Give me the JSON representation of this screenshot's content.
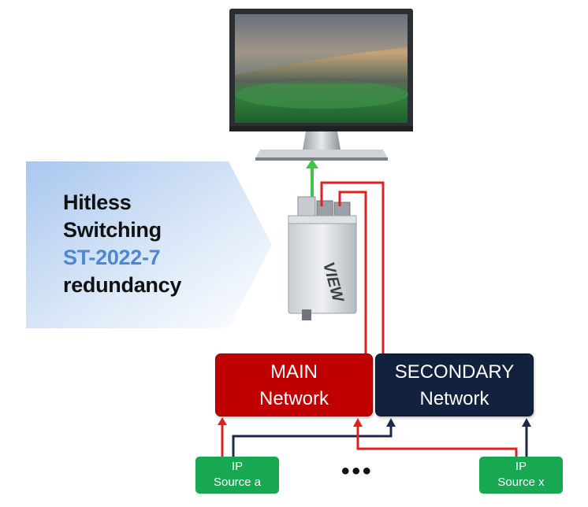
{
  "callout": {
    "line1": "Hitless",
    "line2": "Switching",
    "line3": "ST-2022-7",
    "line4": "redundancy"
  },
  "networks": {
    "main": {
      "line1": "MAIN",
      "line2": "Network",
      "color": "#c00000"
    },
    "secondary": {
      "line1": "SECONDARY",
      "line2": "Network",
      "color": "#11213e"
    }
  },
  "sources": {
    "a": {
      "line1": "IP",
      "line2": "Source a",
      "color": "#18a852"
    },
    "x": {
      "line1": "IP",
      "line2": "Source x",
      "color": "#18a852"
    },
    "ellipsis": "•••"
  },
  "device": {
    "brand": "VIEW"
  },
  "colors": {
    "output_arrow": "#44c24a",
    "main_line": "#e02020",
    "secondary_line": "#1b2b47"
  }
}
